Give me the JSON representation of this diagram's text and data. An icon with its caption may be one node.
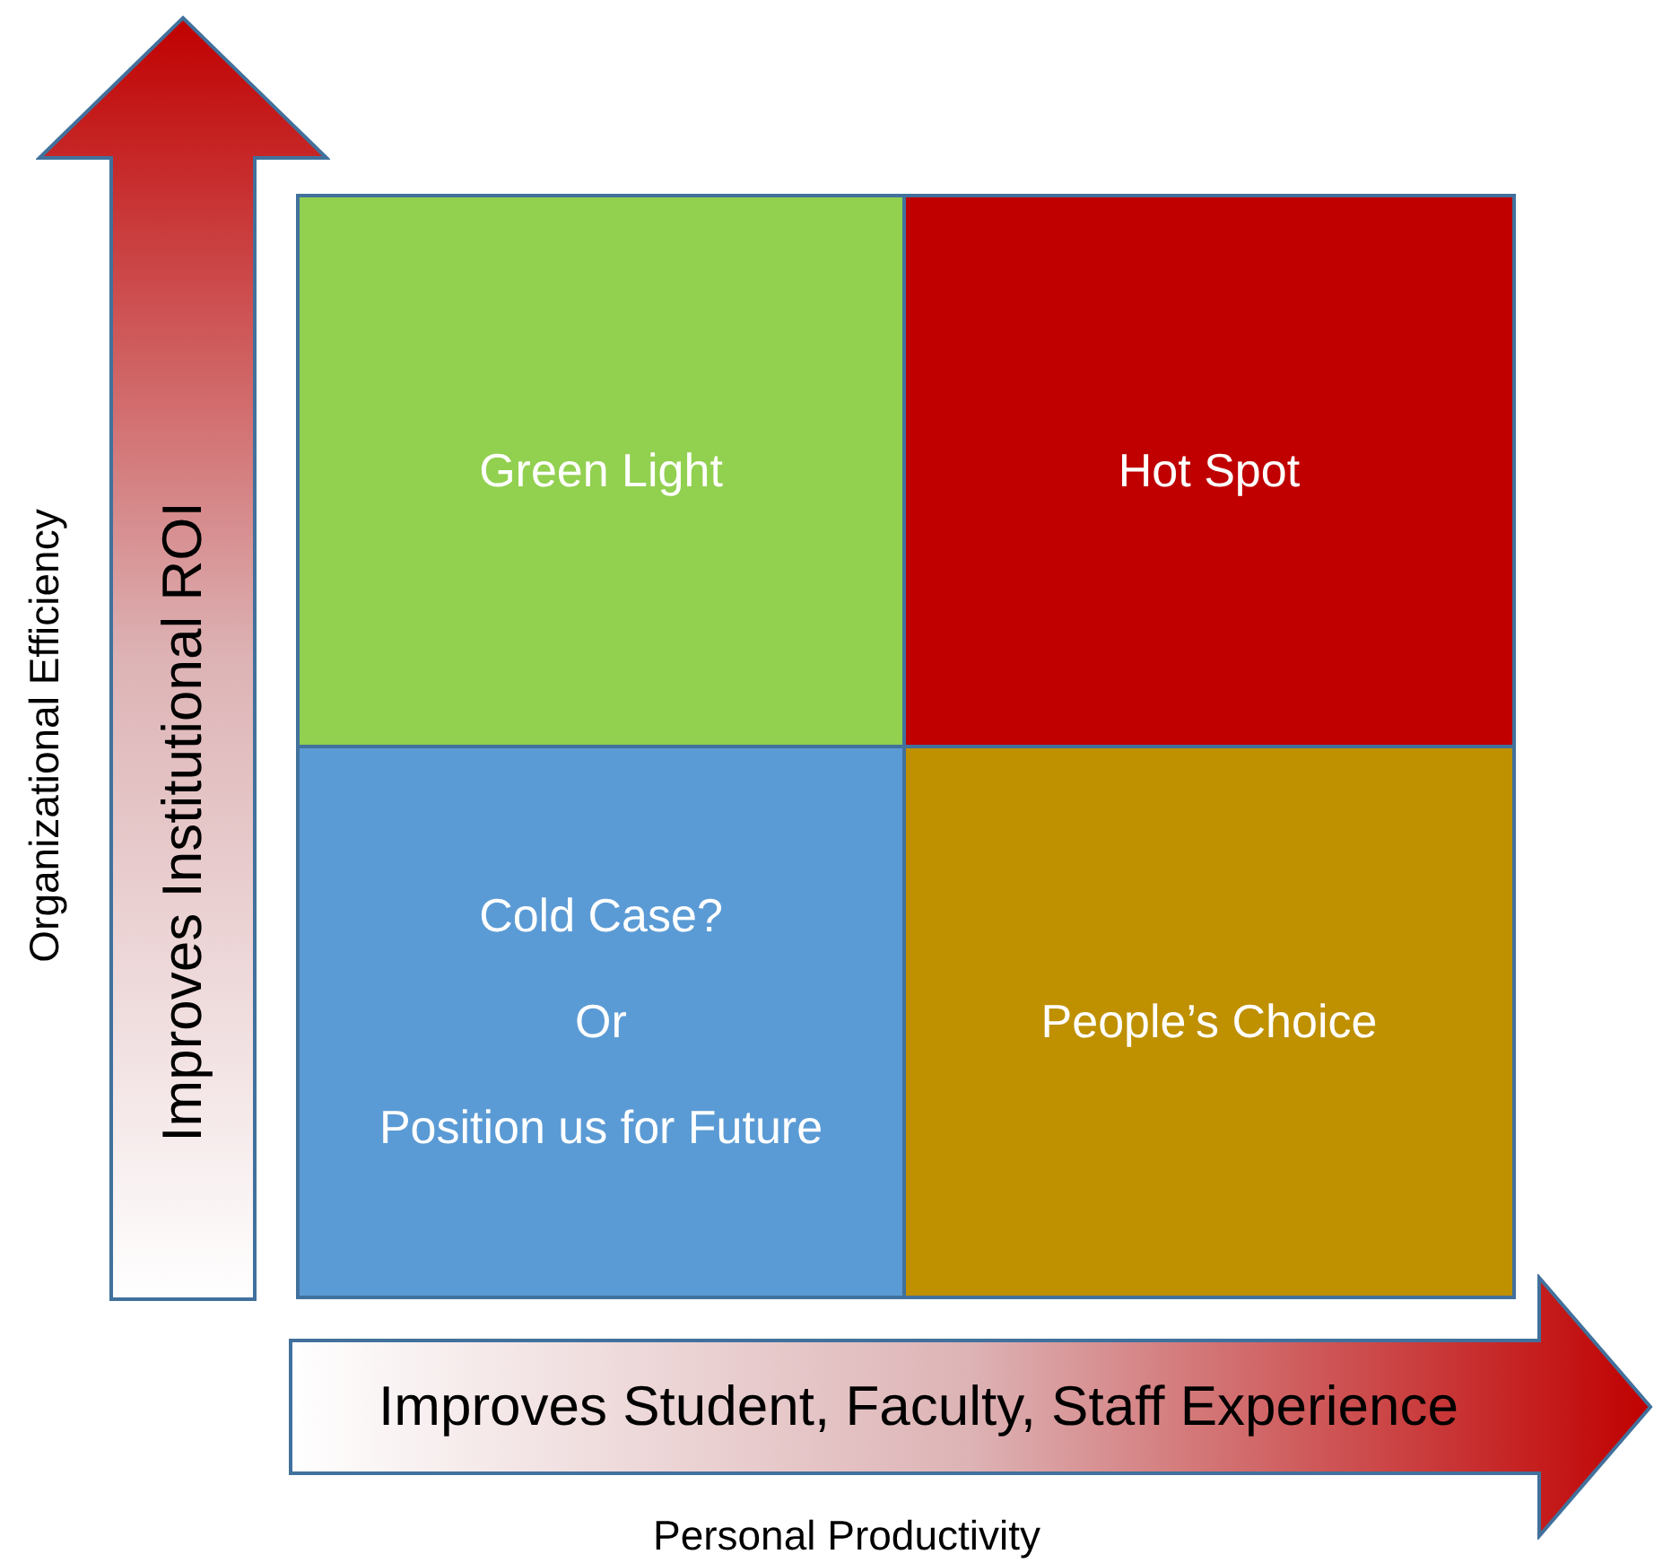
{
  "diagram": {
    "nodes": [
      {
        "text": [
          "Improves Institutional ROI"
        ]
      },
      {
        "text": [
          "Green Light"
        ]
      },
      {
        "text": [
          "Hot Spot"
        ]
      },
      {
        "text": [
          "Cold Case?",
          "Or",
          "Position us for Future"
        ]
      },
      {
        "text": [
          "People’s Choice"
        ]
      },
      {
        "text": [
          "Improves Student, Faculty, Staff Experience"
        ]
      }
    ],
    "labels": [
      "Organizational Efficiency",
      "Personal Productivity"
    ]
  }
}
